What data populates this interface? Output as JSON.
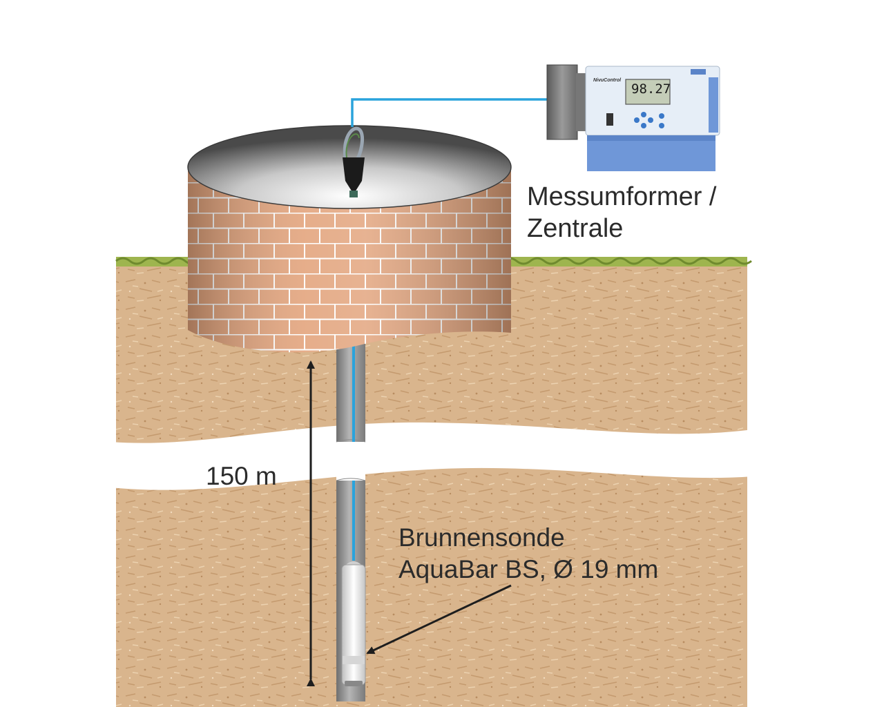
{
  "colors": {
    "soil": "#d8b48c",
    "soil_dark": "#c9a37a",
    "brick": "#e3a880",
    "mortar": "#ffffff",
    "grass": "#9bb04a",
    "cable": "#2aa3dc",
    "pipe": "#8f8f8f",
    "device_body": "#dce8f5",
    "device_base": "#6c93d6"
  },
  "labels": {
    "messumformer_line1": "Messumformer /",
    "messumformer_line2": "Zentrale",
    "depth": "150 m",
    "sonde_line1": "Brunnensonde",
    "sonde_line2": "AquaBar BS, Ø 19 mm"
  },
  "device": {
    "display_value": "98.27",
    "brand": "NivuControl"
  },
  "icons": [
    "cable-clamp-icon",
    "transmitter-device-icon",
    "probe-icon",
    "double-arrow-icon",
    "pointer-arrow-icon"
  ]
}
